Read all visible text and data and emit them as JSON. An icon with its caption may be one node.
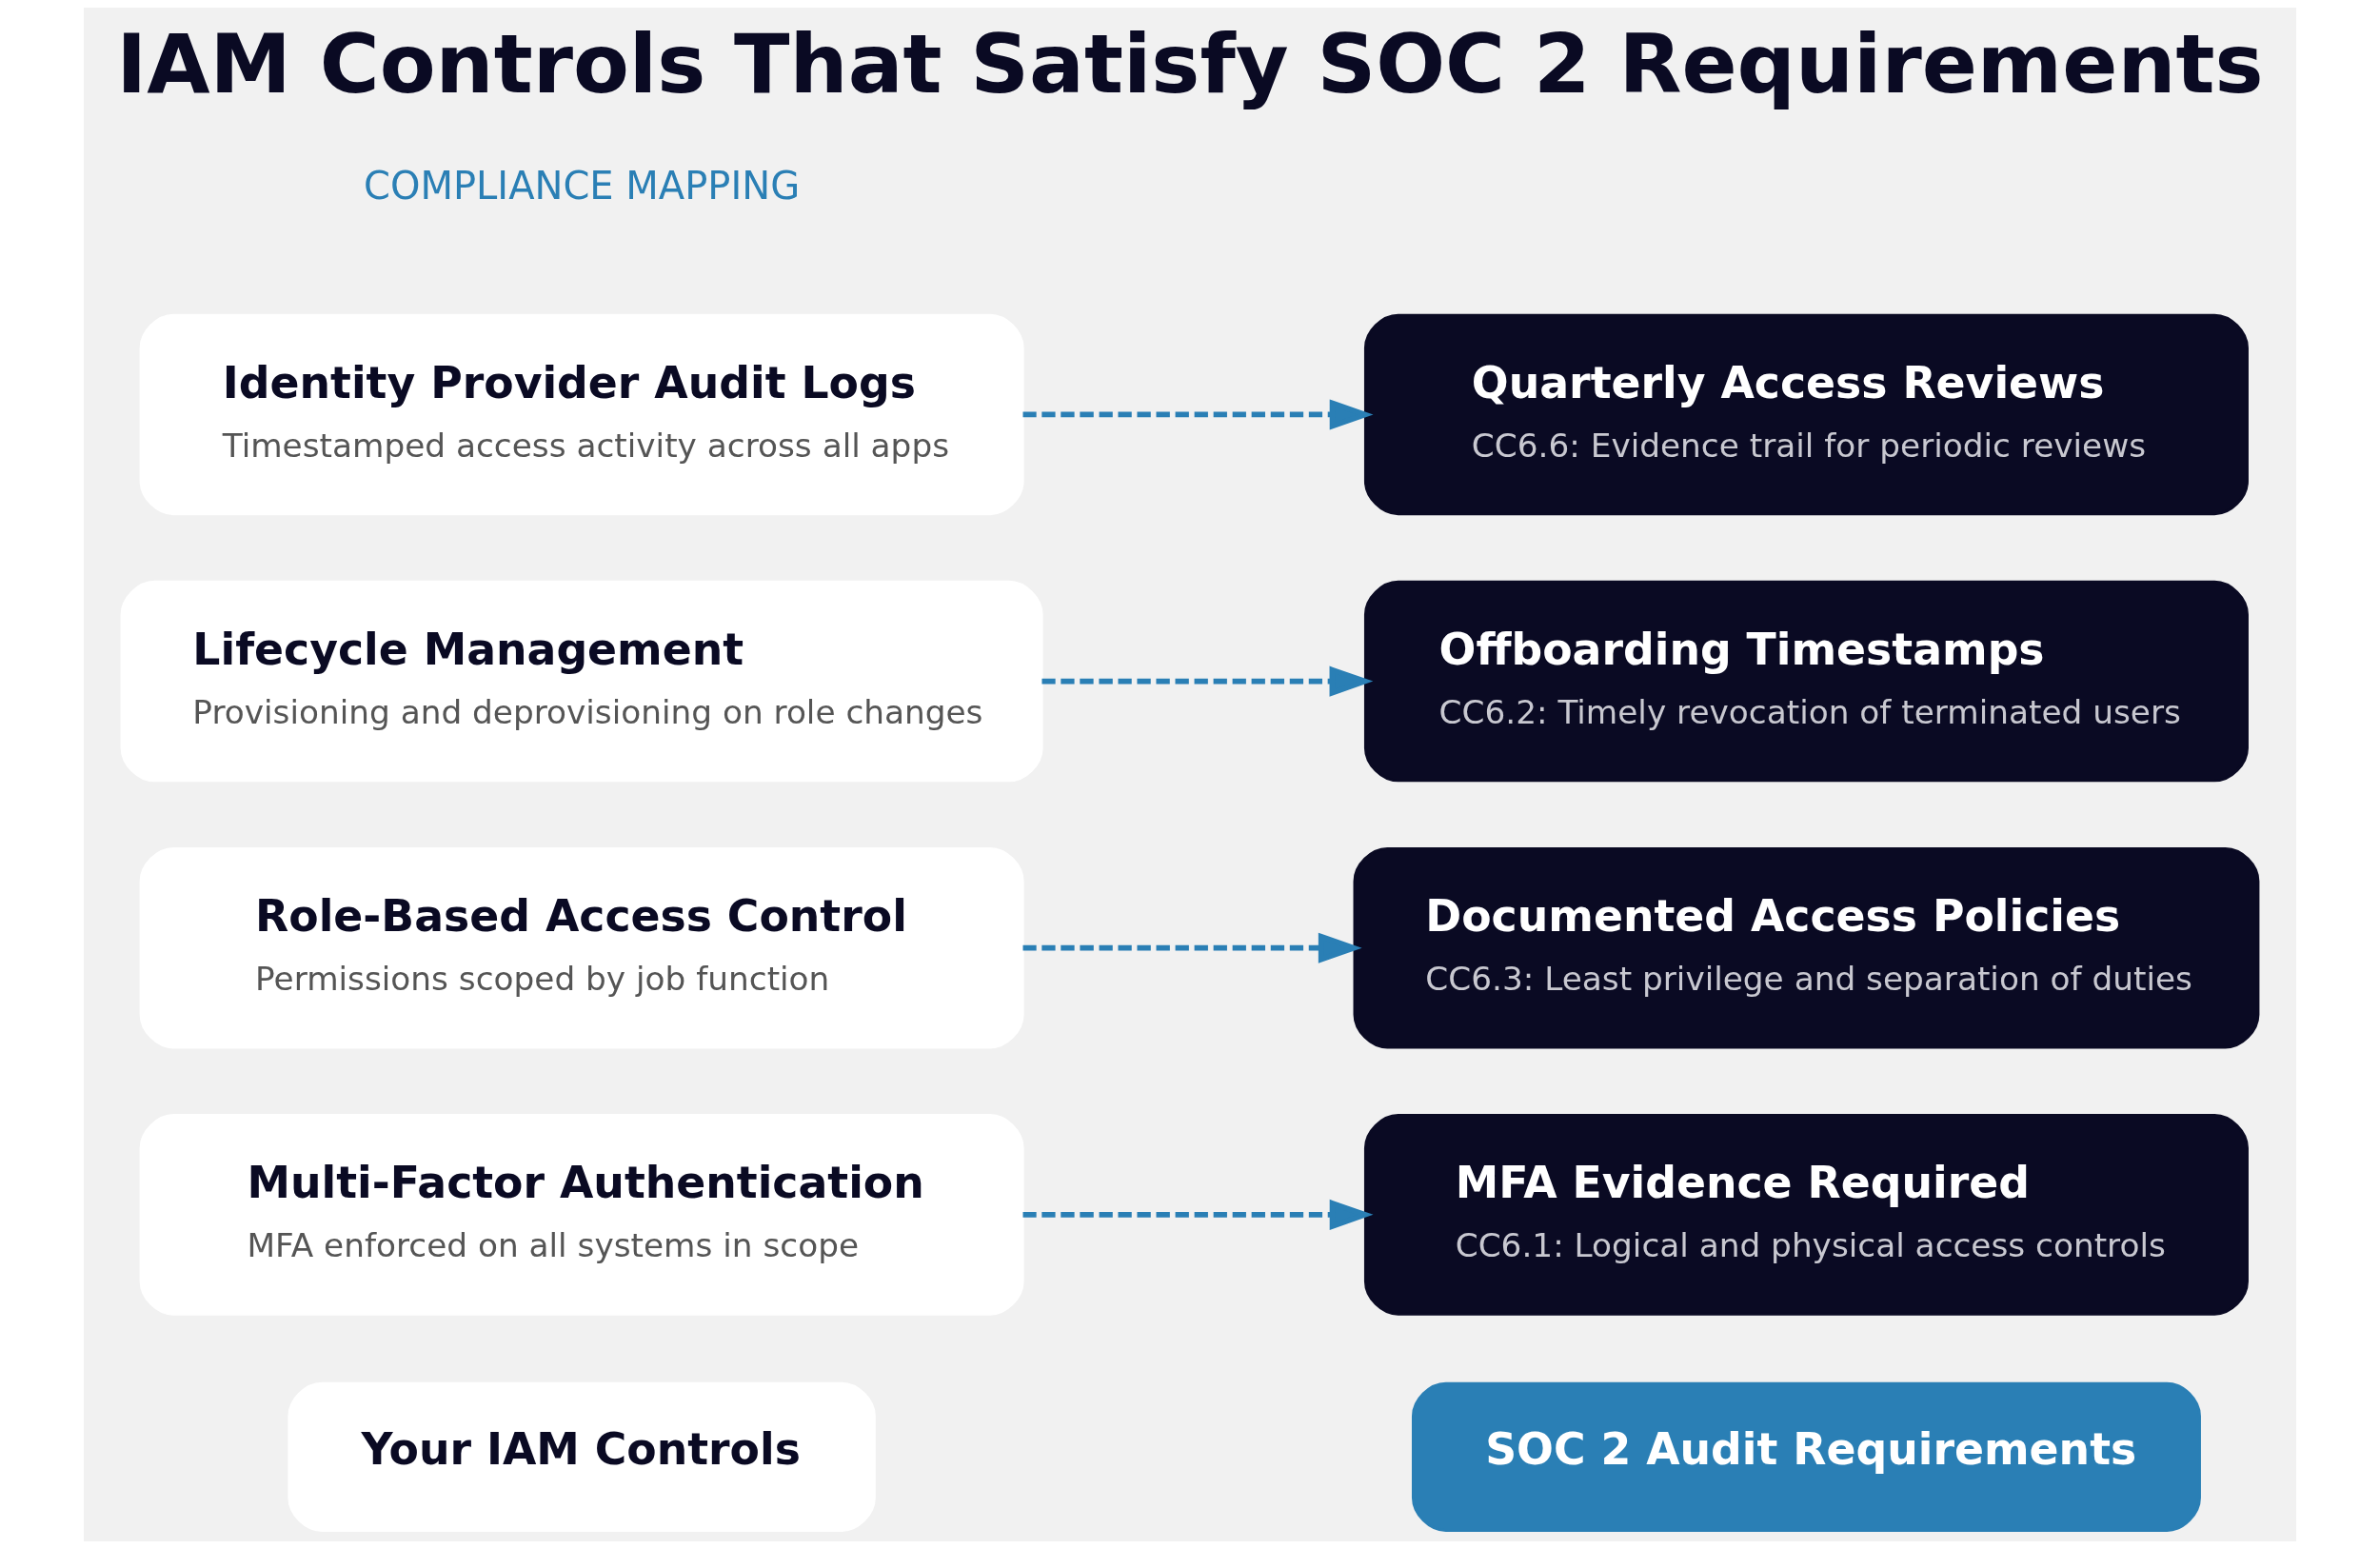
{
  "diagram": {
    "title": "IAM Controls That Satisfy SOC 2 Requirements",
    "nodes": [
      {
        "text": [
          "Your IAM Controls"
        ]
      },
      {
        "text": [
          "SOC 2 Audit Requirements"
        ]
      },
      {
        "text": [
          "Multi-Factor Authentication",
          "MFA enforced on all systems in scope"
        ]
      },
      {
        "text": [
          "Role-Based Access Control",
          "Permissions scoped by job function"
        ]
      },
      {
        "text": [
          "Lifecycle Management",
          "Provisioning and deprovisioning on role changes"
        ]
      },
      {
        "text": [
          "Identity Provider Audit Logs",
          "Timestamped access activity across all apps"
        ]
      },
      {
        "text": [
          "MFA Evidence Required",
          "CC6.1: Logical and physical access controls"
        ]
      },
      {
        "text": [
          "Documented Access Policies",
          "CC6.3: Least privilege and separation of duties"
        ]
      },
      {
        "text": [
          "Offboarding Timestamps",
          "CC6.2: Timely revocation of terminated users"
        ]
      },
      {
        "text": [
          "Quarterly Access Reviews",
          "CC6.6: Evidence trail for periodic reviews"
        ]
      }
    ],
    "edges": [
      {
        "from": 2,
        "to": 6,
        "arrow": "to",
        "style": "dashed"
      },
      {
        "from": 3,
        "to": 7,
        "arrow": "to",
        "style": "dashed"
      },
      {
        "from": 4,
        "to": 8,
        "arrow": "to",
        "style": "dashed"
      },
      {
        "from": 5,
        "to": 9,
        "arrow": "to",
        "style": "dashed"
      }
    ],
    "labels": [
      "COMPLIANCE MAPPING"
    ]
  }
}
